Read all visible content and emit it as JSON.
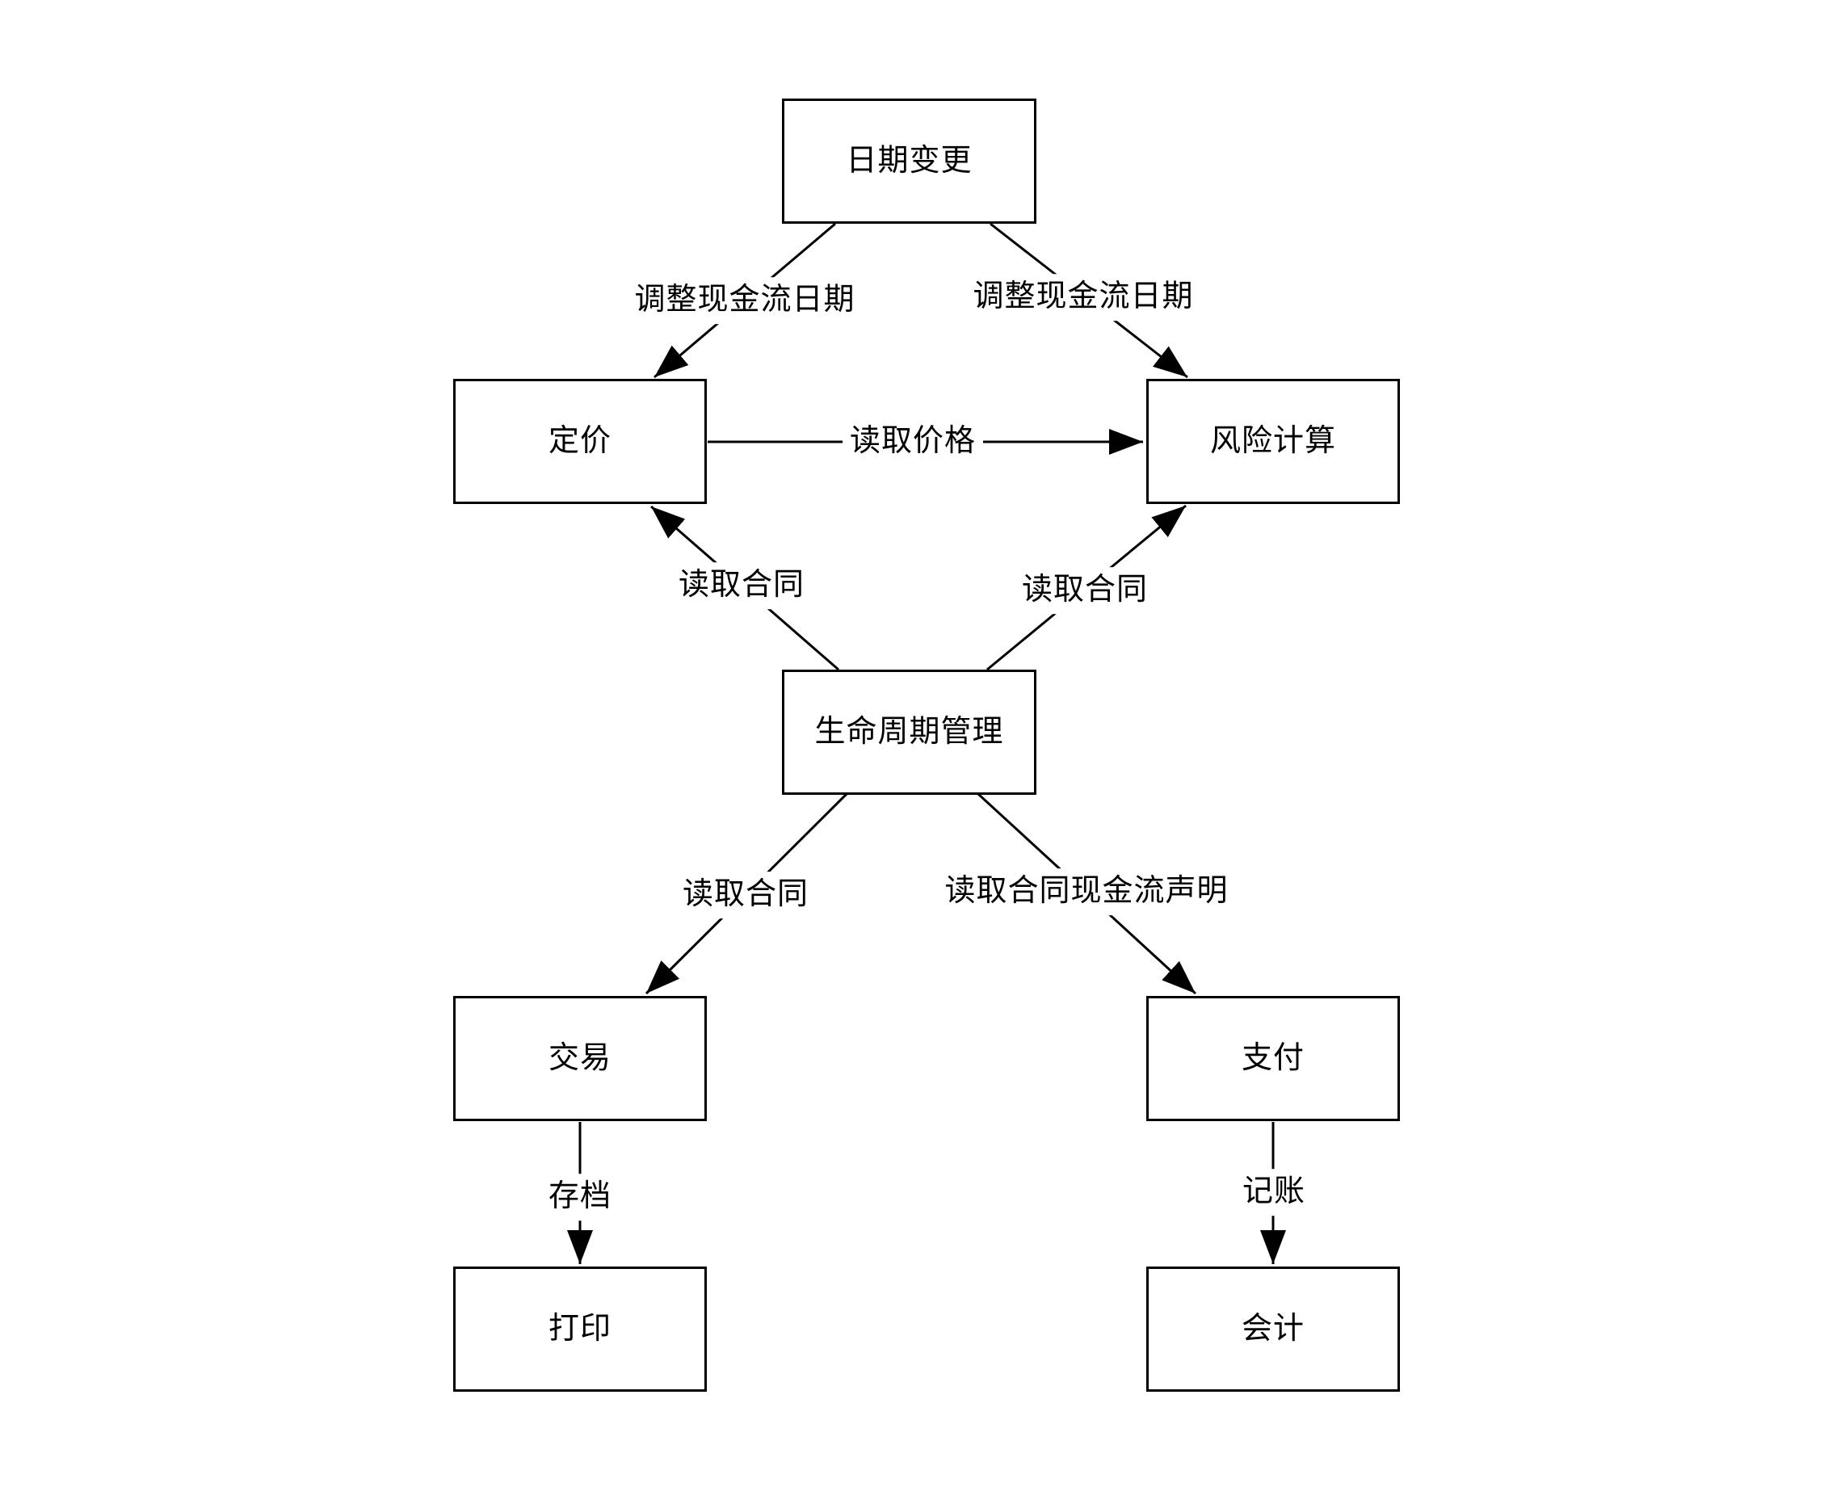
{
  "diagram": {
    "type": "flowchart",
    "background_color": "#ffffff",
    "node_fill_color": "#ffffff",
    "node_border_color": "#000000",
    "edge_color": "#000000",
    "text_color": "#000000",
    "nodes": [
      {
        "id": "date-change",
        "label": "日期变更"
      },
      {
        "id": "pricing",
        "label": "定价"
      },
      {
        "id": "risk-calculation",
        "label": "风险计算"
      },
      {
        "id": "lifecycle-management",
        "label": "生命周期管理"
      },
      {
        "id": "trade",
        "label": "交易"
      },
      {
        "id": "payment",
        "label": "支付"
      },
      {
        "id": "print",
        "label": "打印"
      },
      {
        "id": "accounting",
        "label": "会计"
      }
    ],
    "edges": [
      {
        "from": "日期变更",
        "to": "定价",
        "label": "调整现金流日期"
      },
      {
        "from": "日期变更",
        "to": "风险计算",
        "label": "调整现金流日期"
      },
      {
        "from": "定价",
        "to": "风险计算",
        "label": "读取价格"
      },
      {
        "from": "生命周期管理",
        "to": "定价",
        "label": "读取合同"
      },
      {
        "from": "生命周期管理",
        "to": "风险计算",
        "label": "读取合同"
      },
      {
        "from": "生命周期管理",
        "to": "交易",
        "label": "读取合同"
      },
      {
        "from": "生命周期管理",
        "to": "支付",
        "label": "读取合同现金流声明"
      },
      {
        "from": "交易",
        "to": "打印",
        "label": "存档"
      },
      {
        "from": "支付",
        "to": "会计",
        "label": "记账"
      }
    ]
  }
}
